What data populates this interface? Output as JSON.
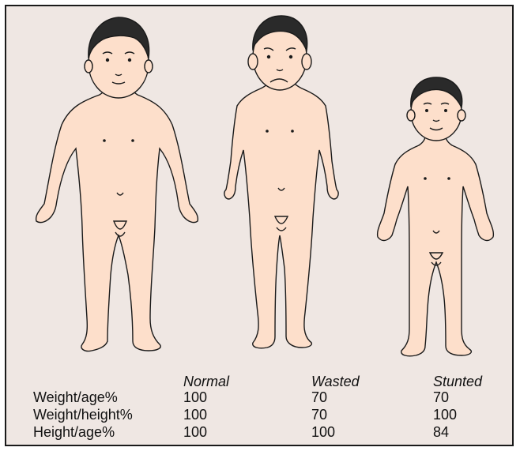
{
  "colors": {
    "background": "#efe7e3",
    "skin": "#fddfcb",
    "hair": "#2a2a2a",
    "outline": "#1a1a1a"
  },
  "figures": [
    {
      "name": "normal-child-figure",
      "description_icon": "child-figure-icon"
    },
    {
      "name": "wasted-child-figure",
      "description_icon": "child-figure-icon"
    },
    {
      "name": "stunted-child-figure",
      "description_icon": "child-figure-icon"
    }
  ],
  "table": {
    "columns": [
      "Normal",
      "Wasted",
      "Stunted"
    ],
    "rows": [
      {
        "label": "Weight/age%",
        "values": [
          "100",
          "70",
          "70"
        ]
      },
      {
        "label": "Weight/height%",
        "values": [
          "100",
          "70",
          "100"
        ]
      },
      {
        "label": "Height/age%",
        "values": [
          "100",
          "100",
          "84"
        ]
      }
    ]
  }
}
